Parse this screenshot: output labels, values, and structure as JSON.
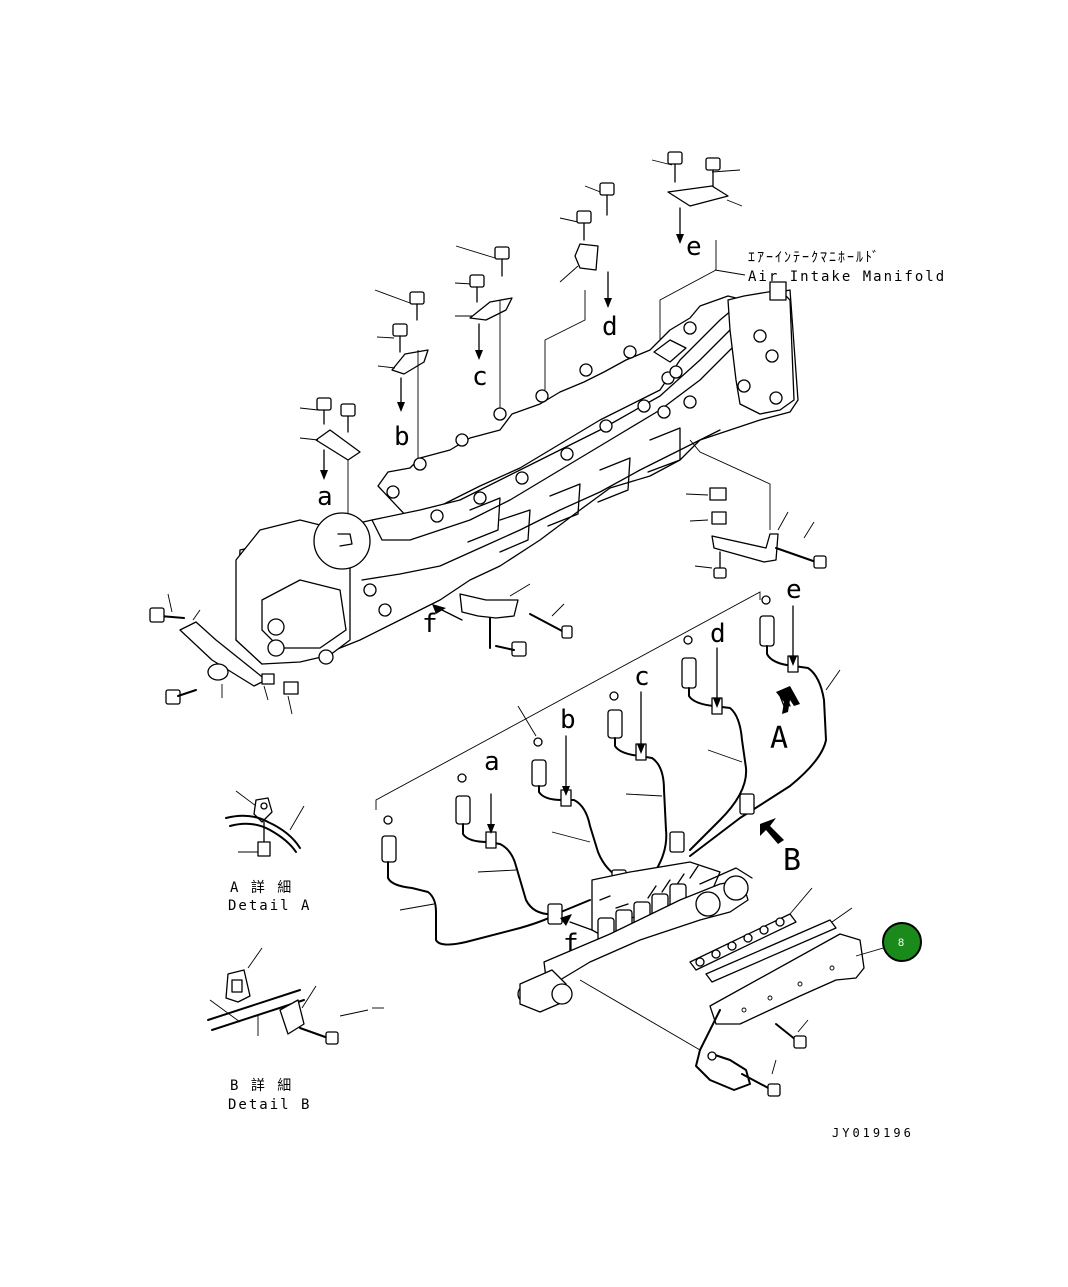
{
  "title_jp": "ｴｱｰｲﾝﾃｰｸﾏﾆﾎｰﾙﾄﾞ",
  "title_en": "Air Intake Manifold",
  "detail_a_jp": "A 詳 細",
  "detail_a_en": "Detail A",
  "detail_b_jp": "B 詳 細",
  "detail_b_en": "Detail B",
  "drawing_code": "JY019196",
  "badge_number": "8",
  "badge_color": "#1a8a1a",
  "view_letters": {
    "a_top": "a",
    "b_top": "b",
    "c_top": "c",
    "d_top": "d",
    "e_top": "e",
    "f_top": "f",
    "a_bot": "a",
    "b_bot": "b",
    "c_bot": "c",
    "d_bot": "d",
    "e_bot": "e",
    "f_bot": "f",
    "A": "A",
    "B": "B"
  }
}
